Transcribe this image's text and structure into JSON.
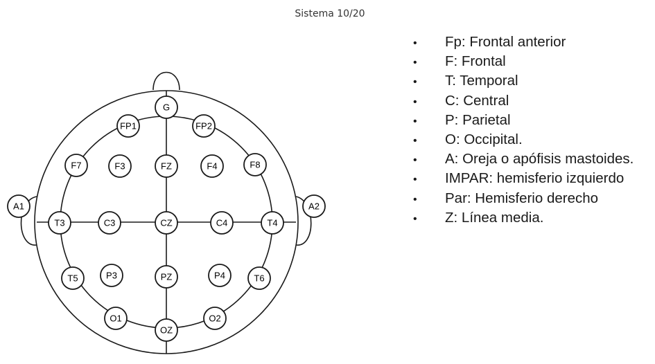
{
  "title": "Sistema 10/20",
  "electrodes": {
    "G": "G",
    "FP1": "FP1",
    "FP2": "FP2",
    "F7": "F7",
    "F3": "F3",
    "FZ": "FZ",
    "F4": "F4",
    "F8": "F8",
    "A1": "A1",
    "A2": "A2",
    "T3": "T3",
    "C3": "C3",
    "CZ": "CZ",
    "C4": "C4",
    "T4": "T4",
    "T5": "T5",
    "P3": "P3",
    "PZ": "PZ",
    "P4": "P4",
    "T6": "T6",
    "O1": "O1",
    "OZ": "OZ",
    "O2": "O2"
  },
  "legend": {
    "bullet": "•",
    "items": [
      "Fp: Frontal anterior",
      "F: Frontal",
      "T: Temporal",
      "C: Central",
      "P: Parietal",
      "O: Occipital.",
      "A: Oreja o apófisis mastoides.",
      "IMPAR: hemisferio izquierdo",
      "Par: Hemisferio derecho",
      "Z: Línea media."
    ]
  }
}
